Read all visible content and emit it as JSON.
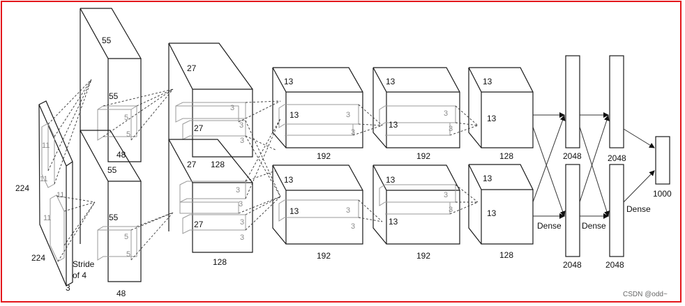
{
  "diagram": {
    "border_color": "#e3161b",
    "input": {
      "height": "224",
      "width": "224",
      "depth": "3",
      "kernel_top": "11",
      "kernel_top_b": "11",
      "kernel_bot": "11",
      "kernel_bot_b": "11",
      "stride_l1": "Stride",
      "stride_l2": "of 4"
    },
    "conv1": {
      "dim_a": "55",
      "dim_b": "55",
      "dim_c": "55",
      "dim_d": "55",
      "depth_top": "48",
      "depth_bot": "48",
      "k_top_a": "5",
      "k_top_b": "5",
      "k_bot_a": "5",
      "k_bot_b": "5"
    },
    "conv2": {
      "dim_top_a": "27",
      "dim_top_b": "27",
      "dim_bot_a": "27",
      "dim_bot_b": "27",
      "depth_top": "128",
      "depth_bot": "128",
      "k": [
        "3",
        "3",
        "3",
        "3",
        "3",
        "3",
        "3",
        "3"
      ]
    },
    "conv3": {
      "dim_top_a": "13",
      "dim_top_b": "13",
      "dim_bot_a": "13",
      "dim_bot_b": "13",
      "depth_top": "192",
      "depth_bot": "192",
      "k": [
        "3",
        "3",
        "3",
        "3"
      ]
    },
    "conv4": {
      "dim_top_a": "13",
      "dim_top_b": "13",
      "dim_bot_a": "13",
      "dim_bot_b": "13",
      "depth_top": "192",
      "depth_bot": "192",
      "k": [
        "3",
        "3",
        "3",
        "3"
      ]
    },
    "conv5": {
      "dim_top_a": "13",
      "dim_top_b": "13",
      "dim_bot_a": "13",
      "dim_bot_b": "13",
      "depth_top": "128",
      "depth_bot": "128"
    },
    "dense": {
      "fc1_top": "2048",
      "fc1_bot": "2048",
      "fc2_top": "2048",
      "fc2_bot": "2048",
      "output": "1000",
      "label_1": "Dense",
      "label_2": "Dense",
      "label_3": "Dense"
    },
    "watermark": "CSDN @odd~"
  }
}
